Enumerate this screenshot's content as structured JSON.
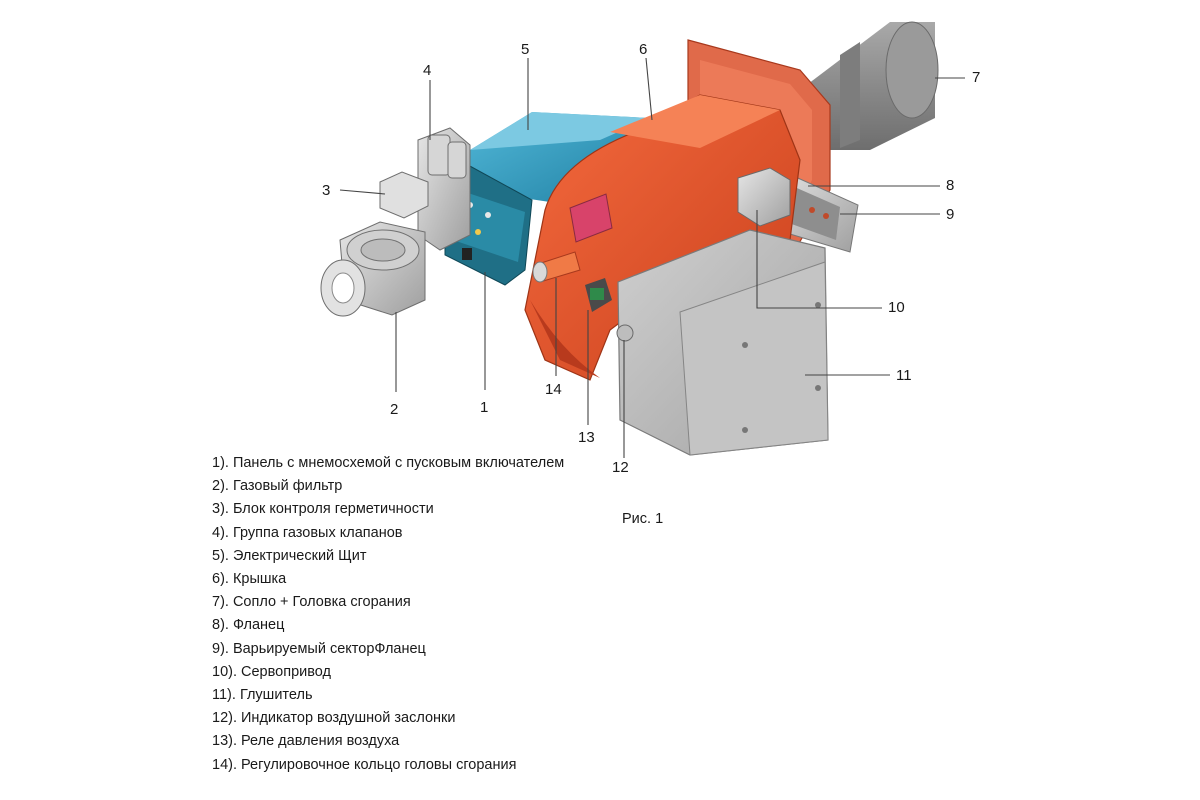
{
  "callouts": [
    "1",
    "2",
    "3",
    "4",
    "5",
    "6",
    "7",
    "8",
    "9",
    "10",
    "11",
    "12",
    "13",
    "14"
  ],
  "legend": [
    "1). Панель с мнемосхемой с пусковым включателем",
    "2). Газовый фильтр",
    "3). Блок  контроля герметичности",
    "4). Группа газовых клапанов",
    "5). Электрический Щит",
    "6). Крышка",
    "7). Сопло + Головка сгорания",
    "8). Фланец",
    "9). Варьируемый секторФланец",
    "10). Сервопривод",
    "11). Глушитель",
    "12). Индикатор воздушной заслонки",
    "13). Реле давления воздуха",
    "14). Регулировочное кольцо головы сгорания"
  ],
  "caption": "Рис. 1",
  "colors": {
    "burner_body": "#e8502a",
    "burner_dark": "#b83a1d",
    "flange": "#e06a4a",
    "silencer": "#b9b9b9",
    "nozzle": "#8d8d8d",
    "panel": "#1f6f86",
    "electrical_box": "#3aa6c7",
    "valve_metal": "#c9c9c9"
  }
}
